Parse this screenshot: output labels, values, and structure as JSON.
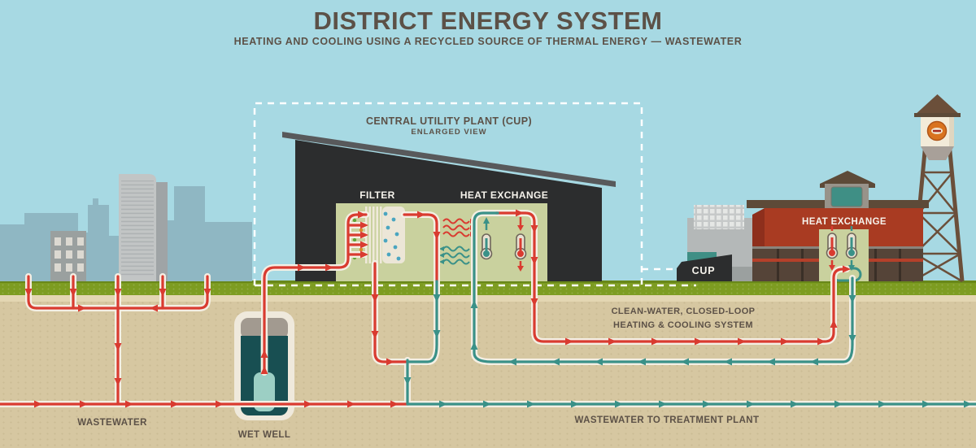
{
  "header": {
    "title": "DISTRICT ENERGY SYSTEM",
    "subtitle": "HEATING AND COOLING USING A RECYCLED SOURCE OF THERMAL ENERGY — WASTEWATER"
  },
  "cup_enlarged_view": {
    "title": "CENTRAL UTILITY PLANT (CUP)",
    "subtitle": "ENLARGED VIEW",
    "filter_label": "FILTER",
    "heat_exchange_label": "HEAT EXCHANGE"
  },
  "campus": {
    "cup_building_label": "CUP",
    "factory_heat_exchange_label": "HEAT EXCHANGE"
  },
  "flow_labels": {
    "wastewater": "WASTEWATER",
    "wet_well": "WET WELL",
    "wastewater_to_treatment": "WASTEWATER TO TREATMENT PLANT",
    "clean_loop_line1": "CLEAN-WATER, CLOSED-LOOP",
    "clean_loop_line2": "HEATING & COOLING SYSTEM"
  },
  "colors": {
    "wastewater_hot_pipe": "#d93b30",
    "clean_cool_pipe": "#3a9188",
    "pipe_casing": "#f4efe4",
    "sky": "#a7d9e3",
    "ground": "#d6c7a1",
    "grass": "#7d9c21",
    "text_brown": "#5c5147"
  }
}
